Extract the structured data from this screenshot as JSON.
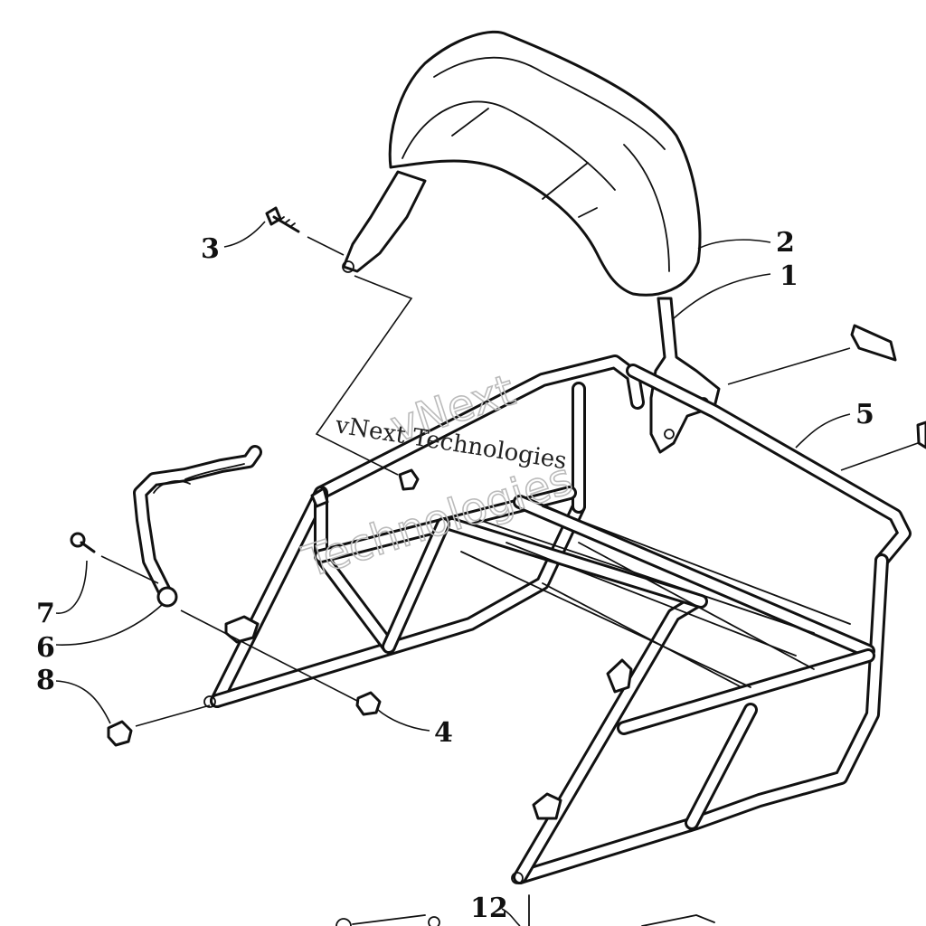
{
  "callouts": {
    "c1": "1",
    "c2": "2",
    "c3": "3",
    "c4": "4",
    "c5": "5",
    "c6": "6",
    "c7": "7",
    "c8": "8",
    "c12": "12"
  },
  "watermark": {
    "line_a": "vNext Technologies",
    "line_b": "vNext",
    "line_c": "Technologies"
  }
}
